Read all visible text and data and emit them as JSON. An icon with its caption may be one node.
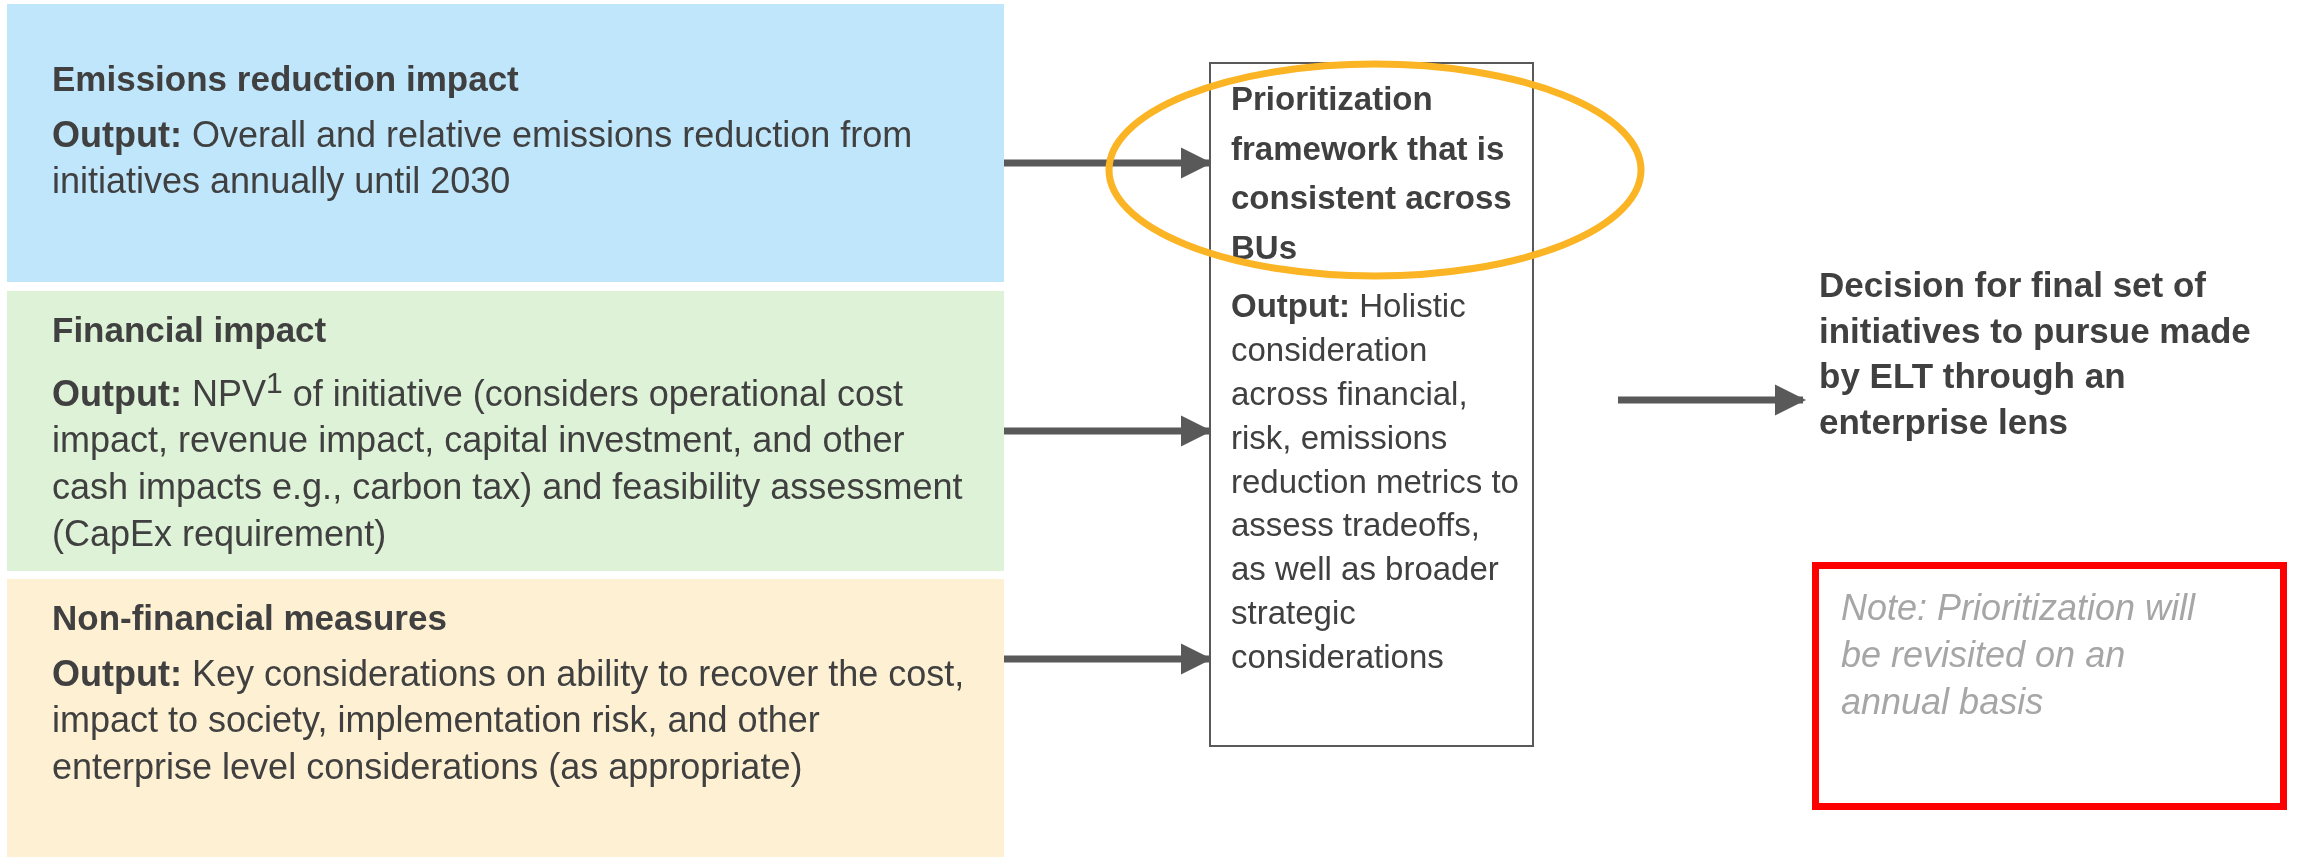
{
  "diagram": {
    "nodes": [
      {
        "text": [
          "Emissions reduction impact",
          "**Output:** Overall and relative emissions reduction from initiatives annually until 2030"
        ]
      },
      {
        "text": [
          "Financial impact",
          "**Output:** NPV$^{1}$ of initiative (considers operational cost impact, revenue impact, capital investment, and other cash impacts e.g., carbon tax) and feasibility assessment (CapEx requirement)"
        ]
      },
      {
        "text": [
          "Non-financial measures",
          "**Output:** Key considerations on ability to recover the cost, impact to society, implementation risk, and other enterprise level considerations (as appropriate)"
        ]
      },
      {
        "text": [
          "Prioritization framework that is consistent across BUs",
          "**Output:** Holistic consideration across financial, risk, emissions reduction metrics to assess tradeoffs, as well as broader strategic considerations"
        ]
      },
      {
        "text": [
          "Decision for final set of initiatives to pursue made by ELT through an enterprise lens"
        ]
      },
      {
        "text": [
          "Note: Prioritization will be revisited on an annual basis"
        ]
      }
    ],
    "edges": [
      {
        "from": 0,
        "to": 3,
        "arrow": "to"
      },
      {
        "from": 1,
        "to": 3,
        "arrow": "to"
      },
      {
        "from": 2,
        "to": 3,
        "arrow": "to"
      },
      {
        "from": 3,
        "to": 4,
        "arrow": "to"
      }
    ]
  }
}
